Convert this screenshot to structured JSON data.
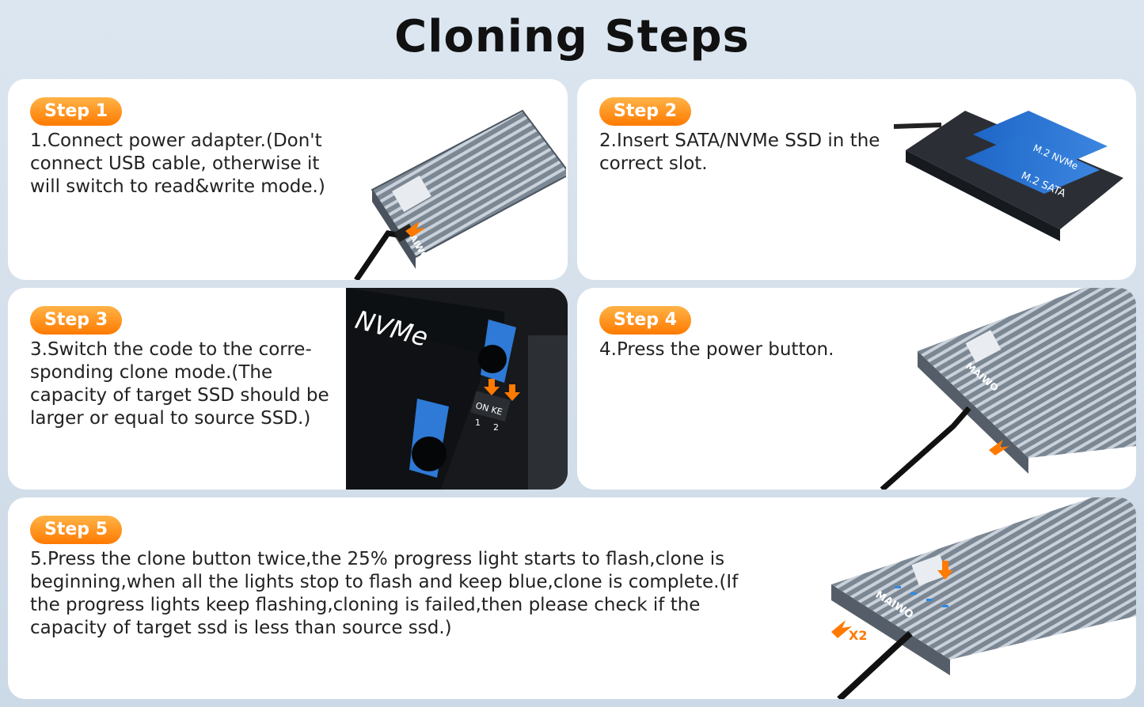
{
  "title": "Cloning Steps",
  "steps": [
    {
      "badge": "Step 1",
      "text": "1.Connect power adapter.(Don't connect USB cable, otherwise it will switch to read&write mode.)"
    },
    {
      "badge": "Step 2",
      "text": "2.Insert SATA/NVMe SSD in the correct slot."
    },
    {
      "badge": "Step 3",
      "text": "3.Switch the code to the corre-sponding clone mode.(The capacity of target SSD should be larger or equal to source SSD.)"
    },
    {
      "badge": "Step 4",
      "text": "4.Press the power button."
    },
    {
      "badge": "Step 5",
      "text": "5.Press the clone button twice,the 25% progress light starts to flash,clone is beginning,when all the lights stop to flash and keep blue,clone is complete.(If the progress lights keep flashing,cloning is failed,then please check if the capacity of target ssd is less than source ssd.)"
    }
  ],
  "labels": {
    "brand": "MAIWO",
    "nvme": "M.2 NVMe",
    "sata": "M.2 SATA",
    "nvme_big": "NVMe",
    "switch_on": "ON KE",
    "switch_1": "1",
    "switch_2": "2",
    "times": "X2"
  },
  "colors": {
    "accent": "#ff8a00",
    "text": "#222222",
    "title": "#111111",
    "card": "#ffffff"
  }
}
